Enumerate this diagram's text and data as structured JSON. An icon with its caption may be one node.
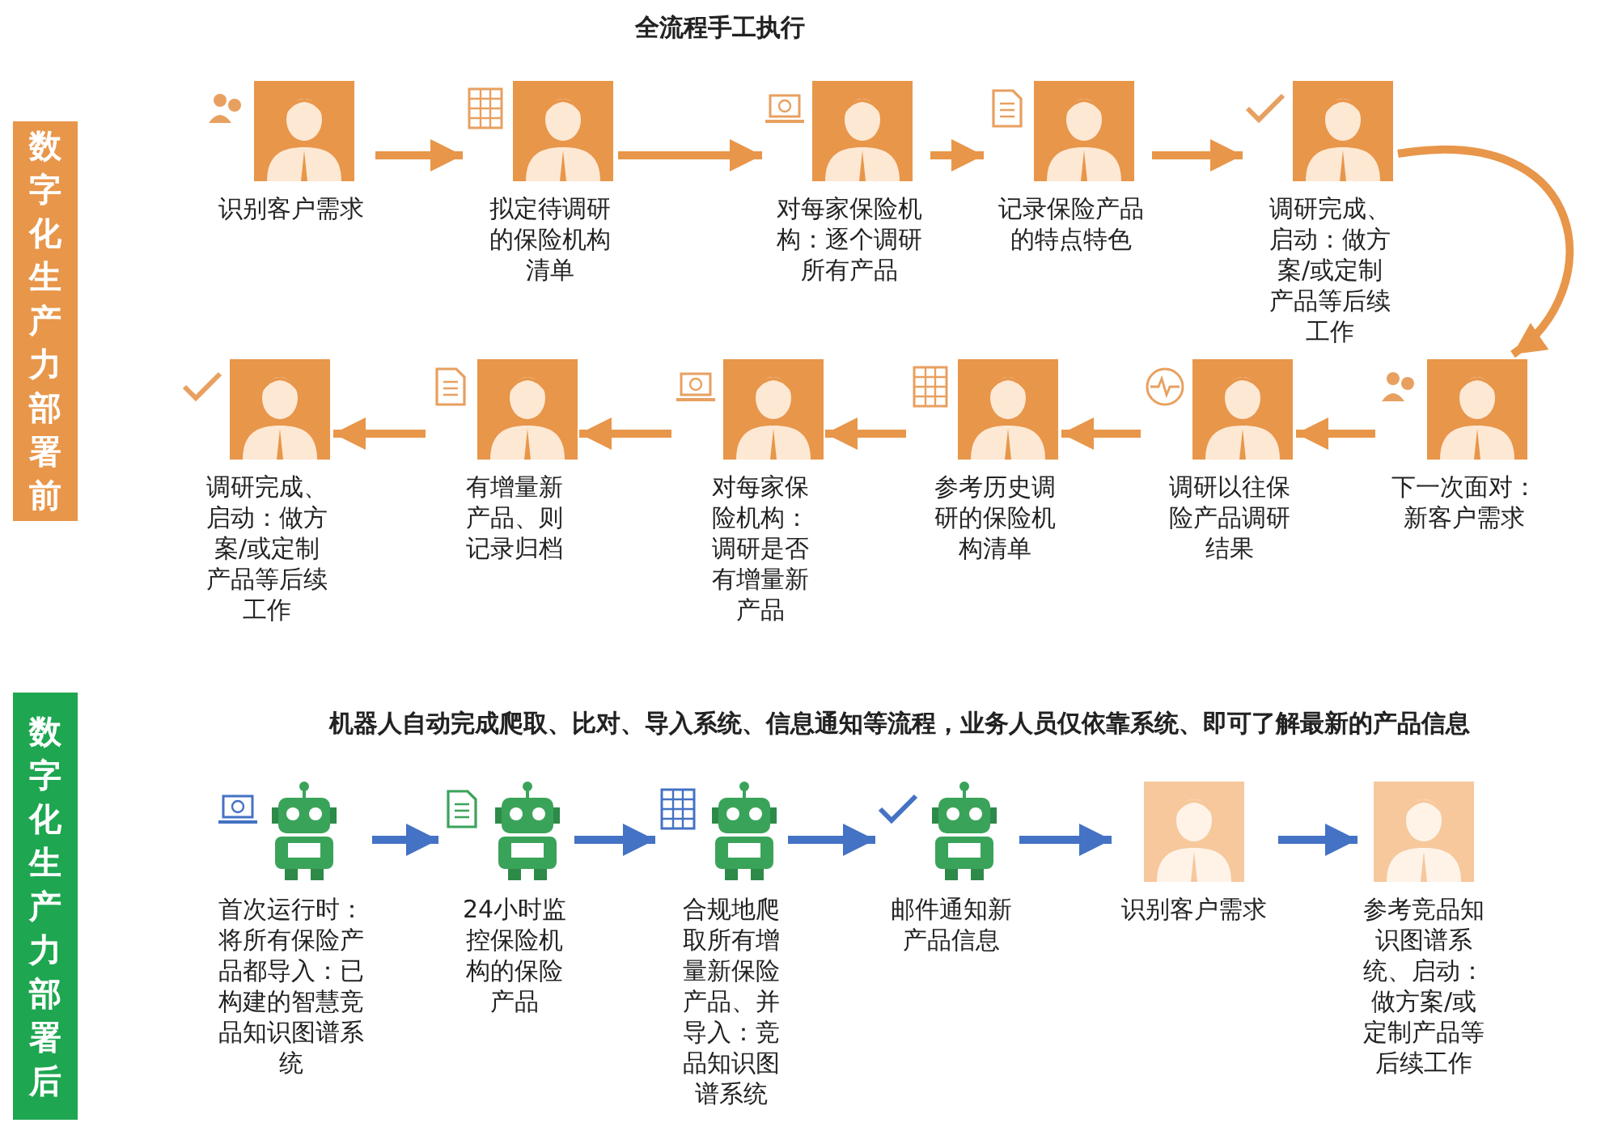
{
  "diagram": {
    "nodes": [
      {
        "text": [
          "数字化生产力部署前"
        ]
      },
      {
        "text": [
          "识别客户需求"
        ]
      },
      {
        "text": [
          "拟定待调研的保险机构清单"
        ]
      },
      {
        "text": [
          "对每家保险机构：逐个调研所有产品"
        ]
      },
      {
        "text": [
          "记录保险产品的特点特色"
        ]
      },
      {
        "text": [
          "调研完成、启动：做方案/或定制产品等后续工作"
        ]
      },
      {
        "text": [
          "调研完成、启动：做方案/或定制产品等后续工作"
        ]
      },
      {
        "text": [
          "有增量新产品、则记录归档"
        ]
      },
      {
        "text": [
          "对每家保险机构：调研是否有增量新产品"
        ]
      },
      {
        "text": [
          "参考历史调研的保险机构清单"
        ]
      },
      {
        "text": [
          "调研以往保险产品调研结果"
        ]
      },
      {
        "text": [
          "下一次面对：新客户需求"
        ]
      },
      {
        "text": [
          "数字化生产力部署后"
        ]
      },
      {
        "text": [
          "首次运行时：将所有保险产品都导入：已构建的智慧竞品知识图谱系统"
        ]
      },
      {
        "text": [
          "24小时监控保险机构的保险产品"
        ]
      },
      {
        "text": [
          "合规地爬取所有增量新保险产品、并导入：竞品知识图谱系统"
        ]
      },
      {
        "text": [
          "邮件通知新产品信息"
        ]
      },
      {
        "text": [
          "识别客户需求"
        ]
      },
      {
        "text": [
          "参考竞品知识图谱系统、启动：做方案/或定制产品等后续工作"
        ]
      }
    ],
    "edges": [
      {
        "from": 1,
        "to": 2,
        "arrow": "to"
      },
      {
        "from": 2,
        "to": 3,
        "arrow": "to"
      },
      {
        "from": 3,
        "to": 4,
        "arrow": "to"
      },
      {
        "from": 4,
        "to": 5,
        "arrow": "to"
      },
      {
        "from": 5,
        "to": 11,
        "arrow": "to"
      },
      {
        "from": 11,
        "to": 10,
        "arrow": "to"
      },
      {
        "from": 10,
        "to": 9,
        "arrow": "to"
      },
      {
        "from": 9,
        "to": 8,
        "arrow": "to"
      },
      {
        "from": 8,
        "to": 7,
        "arrow": "to"
      },
      {
        "from": 7,
        "to": 6,
        "arrow": "to"
      },
      {
        "from": 13,
        "to": 14,
        "arrow": "to",
        "color": "#4472c4"
      },
      {
        "from": 14,
        "to": 15,
        "arrow": "to",
        "color": "#4472c4"
      },
      {
        "from": 15,
        "to": 16,
        "arrow": "to",
        "color": "#4472c4"
      },
      {
        "from": 16,
        "to": 17,
        "arrow": "to",
        "color": "#4472c4"
      },
      {
        "from": 17,
        "to": 18,
        "arrow": "to",
        "color": "#4472c4"
      }
    ],
    "labels": [
      "全流程手工执行",
      "机器人自动完成爬取、比对、导入系统、信息通知等流程，业务人员仅依靠系统、即可了解最新的产品信息"
    ]
  }
}
